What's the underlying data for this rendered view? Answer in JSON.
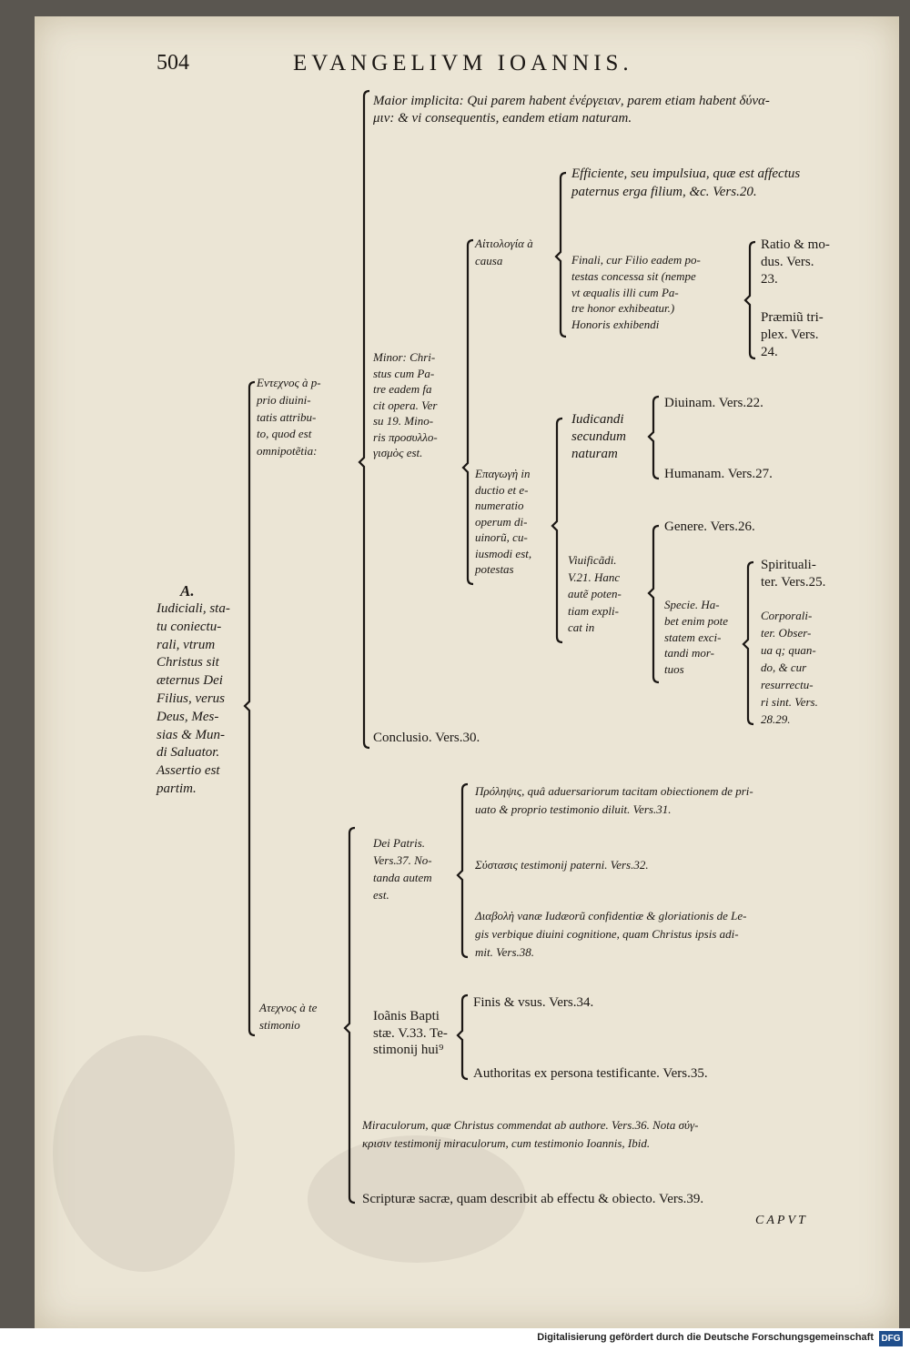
{
  "header": {
    "page_number": "504",
    "running_head": "EVANGELIVM IOANNIS."
  },
  "root": {
    "label": "A.",
    "lines": [
      "Iudiciali, sta-",
      "tu coniectu-",
      "rali, vtrum",
      "Christus sit",
      "æternus Dei",
      "Filius, verus",
      "Deus, Mes-",
      "sias & Mun-",
      "di Saluator.",
      "Assertio est",
      "partim."
    ]
  },
  "entechnos": {
    "lines": [
      "Εντεχνος à p-",
      "prio diuini-",
      "tatis attribu-",
      "to, quod est",
      "omnipotẽtia:"
    ],
    "major": {
      "lines": [
        "Maior implicita: Qui parem habent ἐνέργειαν, parem etiam habent δύνα-",
        "μιν: & vi consequentis, eandem etiam naturam."
      ]
    },
    "minor": {
      "lines": [
        "Minor: Chri-",
        "stus cum Pa-",
        "tre eadem fa",
        "cit opera. Ver",
        "su 19. Mino-",
        "ris προσυλλο-",
        "γισμὸς est."
      ],
      "apologia": {
        "lines": [
          "Αἰτιολογία à",
          "causa"
        ],
        "efficiente": [
          "Efficiente, seu impulsiua, quæ est affectus",
          "paternus erga filium, &c. Vers.20."
        ],
        "finali": [
          "Finali, cur Filio eadem po-",
          "testas concessa sit (nempe",
          "vt æqualis illi cum Pa-",
          "tre honor exhibeatur.)",
          "Honoris exhibendi"
        ],
        "ratio": [
          "Ratio & mo-",
          "dus. Vers.",
          "23."
        ],
        "praemium": [
          "Præmiũ tri-",
          "plex. Vers.",
          "24."
        ]
      },
      "epagoge": {
        "lines": [
          "Επαγωγὴ in",
          "ductio et e-",
          "numeratio",
          "operum di-",
          "uinorũ, cu-",
          "iusmodi est,",
          "potestas"
        ],
        "iudicandi": [
          "Iudicandi",
          "secundum",
          "naturam"
        ],
        "diuinam": "Diuinam. Vers.22.",
        "humanam": "Humanam. Vers.27.",
        "viuificandi": [
          "Viuificãdi.",
          "V.21. Hanc",
          "autẽ poten-",
          "tiam expli-",
          "cat in"
        ],
        "genere": "Genere. Vers.26.",
        "specie": [
          "Specie. Ha-",
          "bet enim pote",
          "statem exci-",
          "tandi mor-",
          "tuos"
        ],
        "spiritualiter": [
          "Spirituali-",
          "ter. Vers.25."
        ],
        "corporaliter": [
          "Corporali-",
          "ter. Obser-",
          "ua q; quan-",
          "do, & cur",
          "resurrectu-",
          "ri sint. Vers.",
          "28.29."
        ]
      }
    },
    "conclusio": "Conclusio. Vers.30."
  },
  "atechnos": {
    "lines": [
      "Ατεχνος à te",
      "stimonio"
    ],
    "dei": {
      "lines": [
        "Dei Patris.",
        "Vers.37. No-",
        "tanda autem",
        "est."
      ],
      "prolepsis": [
        "Πρόληψις, quâ aduersariorum tacitam obiectionem de pri-",
        "uato & proprio testimonio diluit. Vers.31."
      ],
      "systasis": "Σύστασις testimonij paterni. Vers.32.",
      "diabole": [
        "Διαβολὴ vanæ Iudæorũ confidentiæ & gloriationis de Le-",
        "gis verbique diuini cognitione, quam Christus ipsis adi-",
        "mit. Vers.38."
      ]
    },
    "ioannis": {
      "lines": [
        "Ioãnis Bapti",
        "stæ. V.33. Te-",
        "stimonij hui⁹"
      ],
      "finis": "Finis & vsus. Vers.34.",
      "authoritas": "Authoritas ex persona testificante. Vers.35."
    },
    "miraculorum": [
      "Miraculorum, quæ Christus commendat ab authore. Vers.36. Nota σύγ-",
      "κρισιν testimonij miraculorum, cum testimonio Ioannis, Ibid."
    ],
    "scripturae": "Scripturæ sacræ, quam describit ab effectu & obiecto. Vers.39."
  },
  "catchword": "CAPVT",
  "footer": {
    "credit": "Digitalisierung gefördert durch die Deutsche Forschungsgemeinschaft",
    "logo": "DFG"
  }
}
